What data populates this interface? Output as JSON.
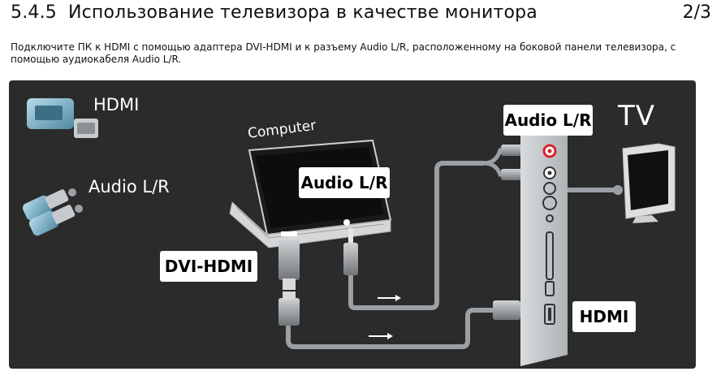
{
  "header": {
    "section_number": "5.4.5",
    "title": "Использование телевизора в качестве монитора",
    "page_indicator": "2/3"
  },
  "description": "Подключите ПК к HDMI с помощью адаптера DVI-HDMI и к разъему Audio L/R, расположенному на боковой панели телевизора, с помощью аудиокабеля Audio L/R.",
  "diagram": {
    "legend_hdmi": "HDMI",
    "legend_audio": "Audio L/R",
    "computer_label": "Computer",
    "tv_label": "TV",
    "tag_audio_computer": "Audio L/R",
    "tag_audio_tv": "Audio L/R",
    "tag_dvi_hdmi": "DVI-HDMI",
    "tag_hdmi_tv": "HDMI"
  },
  "colors": {
    "panel_background": "#2b2b2b",
    "cable": "#9aa0a4",
    "audio_red": "#d8232a",
    "tag_background": "#ffffff"
  }
}
